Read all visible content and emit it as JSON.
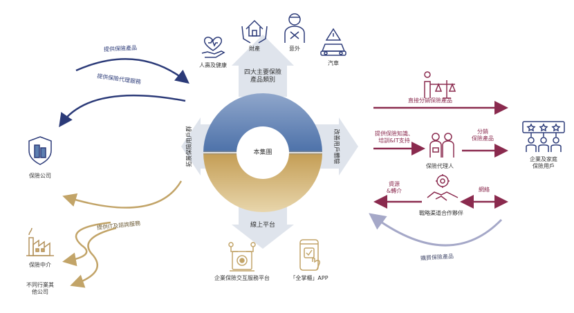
{
  "center": {
    "title": "本集團"
  },
  "directions": {
    "top": "四大主要保險\n產品類別",
    "bottom": "線上平台",
    "left": "拓展保險用戶群",
    "right": "改善用戶體驗"
  },
  "product_categories": [
    {
      "label": "人壽及健康",
      "icon": "health-hands-icon"
    },
    {
      "label": "財產",
      "icon": "house-hands-icon"
    },
    {
      "label": "意外",
      "icon": "injured-person-icon"
    },
    {
      "label": "汽車",
      "icon": "car-accident-icon"
    }
  ],
  "platforms": [
    {
      "label": "企業保險交互服務平台",
      "icon": "gear-screen-icon"
    },
    {
      "label": "「全掌櫃」APP",
      "icon": "mobile-app-icon"
    }
  ],
  "left_side": {
    "insurer": "保險公司",
    "broker": "保險中介",
    "other_companies": "不同行業其\n他公司",
    "arrow_provide_products": "提供保險產品",
    "arrow_agency_services": "提供保險代理服務",
    "arrow_it_services": "提供IT及諮詢服務"
  },
  "right_side": {
    "direct_sales": "直接分銷保險產品",
    "knowledge_support": "提供保險知識、\n培訓&IT支持",
    "agent": "保險代理人",
    "distribute_products": "分銷\n保險產品",
    "customers": "企業及家庭\n保險用戶",
    "resource_referral": "資源\n&轉介",
    "partners": "戰略渠道合作夥伴",
    "network": "網絡",
    "buy_products": "購買保險產品"
  },
  "colors": {
    "navy": "#2b3a78",
    "gold": "#c2a468",
    "maroon": "#8a2a4e",
    "lavender": "#a5a8c8",
    "blue_top": "#5d7fb0",
    "gold_bottom": "#d2b070",
    "arrow_grey": "#dfe4ec"
  }
}
